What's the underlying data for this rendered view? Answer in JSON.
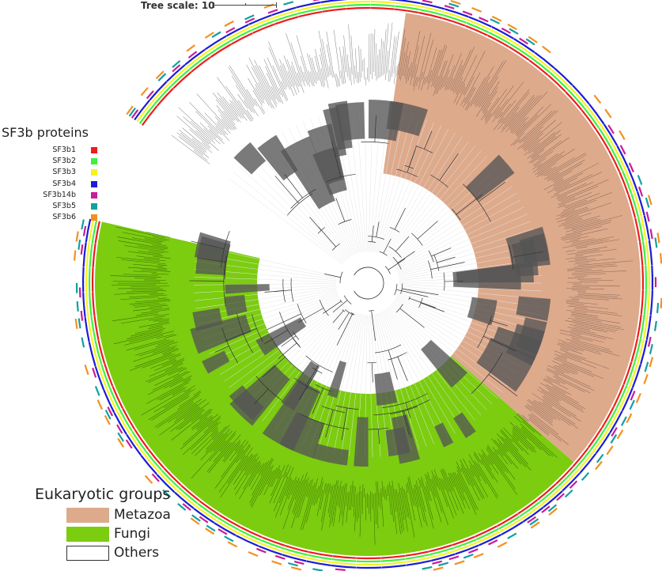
{
  "tree_scale": {
    "label": "Tree scale: 10"
  },
  "sf3b_legend": {
    "title": "SF3b proteins",
    "items": [
      {
        "label": "SF3b1",
        "color": "#ee1c1c"
      },
      {
        "label": "SF3b2",
        "color": "#3ff03f"
      },
      {
        "label": "SF3b3",
        "color": "#f3f321"
      },
      {
        "label": "SF3b4",
        "color": "#1c1cd8"
      },
      {
        "label": "SF3b14b",
        "color": "#c81e9a"
      },
      {
        "label": "SF3b5",
        "color": "#13a0a0"
      },
      {
        "label": "SF3b6",
        "color": "#f39020"
      }
    ]
  },
  "groups_legend": {
    "title": "Eukaryotic groups",
    "items": [
      {
        "label": "Metazoa",
        "color": "#deaa8c"
      },
      {
        "label": "Fungi",
        "color": "#7ccc10"
      },
      {
        "label": "Others",
        "color": "#ffffff"
      }
    ]
  }
}
